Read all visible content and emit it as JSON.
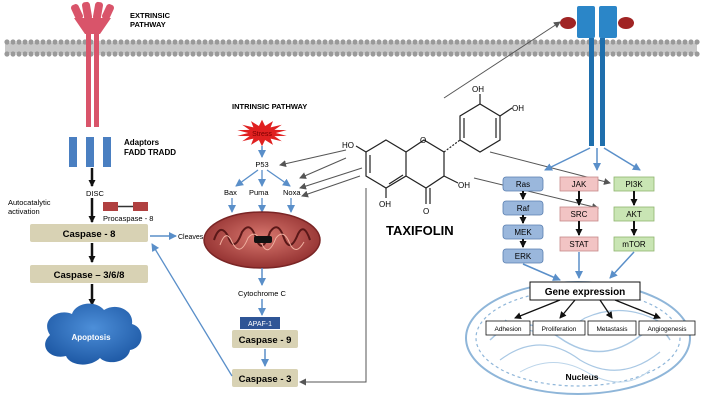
{
  "labels": {
    "extrinsic_line1": "EXTRINSIC",
    "extrinsic_line2": "PATHWAY",
    "adaptors_line1": "Adaptors",
    "adaptors_line2": "FADD TRADD",
    "disc": "DISC",
    "autocatalytic_line1": "Autocatalytic",
    "autocatalytic_line2": "activation",
    "procaspase": "Procaspase - 8",
    "caspase8": "Caspase - 8",
    "caspase368": "Caspase – 3/6/8",
    "apoptosis": "Apoptosis",
    "cleaves_bid": "Cleaves BID",
    "intrinsic": "INTRINSIC  PATHWAY",
    "stress": "Stress",
    "p53": "P53",
    "bax": "Bax",
    "puma": "Puma",
    "noxa": "Noxa",
    "cytochrome": "Cytochrome C",
    "apaf": "APAF-1",
    "caspase9": "Caspase - 9",
    "caspase3": "Caspase - 3",
    "taxifolin": "TAXIFOLIN",
    "ho1": "HO",
    "oh1": "OH",
    "oh2": "OH",
    "oh3": "OH",
    "oh4": "OH",
    "o_ring": "O",
    "o_keto": "O",
    "ras": "Ras",
    "raf": "Raf",
    "mek": "MEK",
    "erk": "ERK",
    "jak": "JAK",
    "src": "SRC",
    "stat": "STAT",
    "pi3k": "PI3K",
    "akt": "AKT",
    "mtor": "mTOR",
    "gene_expression": "Gene expression",
    "adhesion": "Adhesion",
    "proliferation": "Proliferation",
    "metastasis": "Metastasis",
    "angiogenesis": "Angiogenesis",
    "nucleus": "Nucleus"
  },
  "colors": {
    "lipid_head": "#9a9a9a",
    "receptor_extrinsic": "#d9546a",
    "adaptor": "#4a7fc1",
    "caspase_box": "#d8d2b4",
    "procaspase": "#b04040",
    "apoptosis_cloud": "#2e6fc0",
    "stress": "#e02020",
    "mitochondria": "#a83a3a",
    "apaf": "#2f5596",
    "kinase_blue": "#9ab7dc",
    "kinase_pink": "#f2c4c4",
    "kinase_green": "#c9e5b4",
    "receptor_right": "#2b86c8",
    "ligand_right": "#a02424",
    "arrow_blue": "#5a8fc9",
    "nucleus_ring": "#8fb6d9"
  }
}
